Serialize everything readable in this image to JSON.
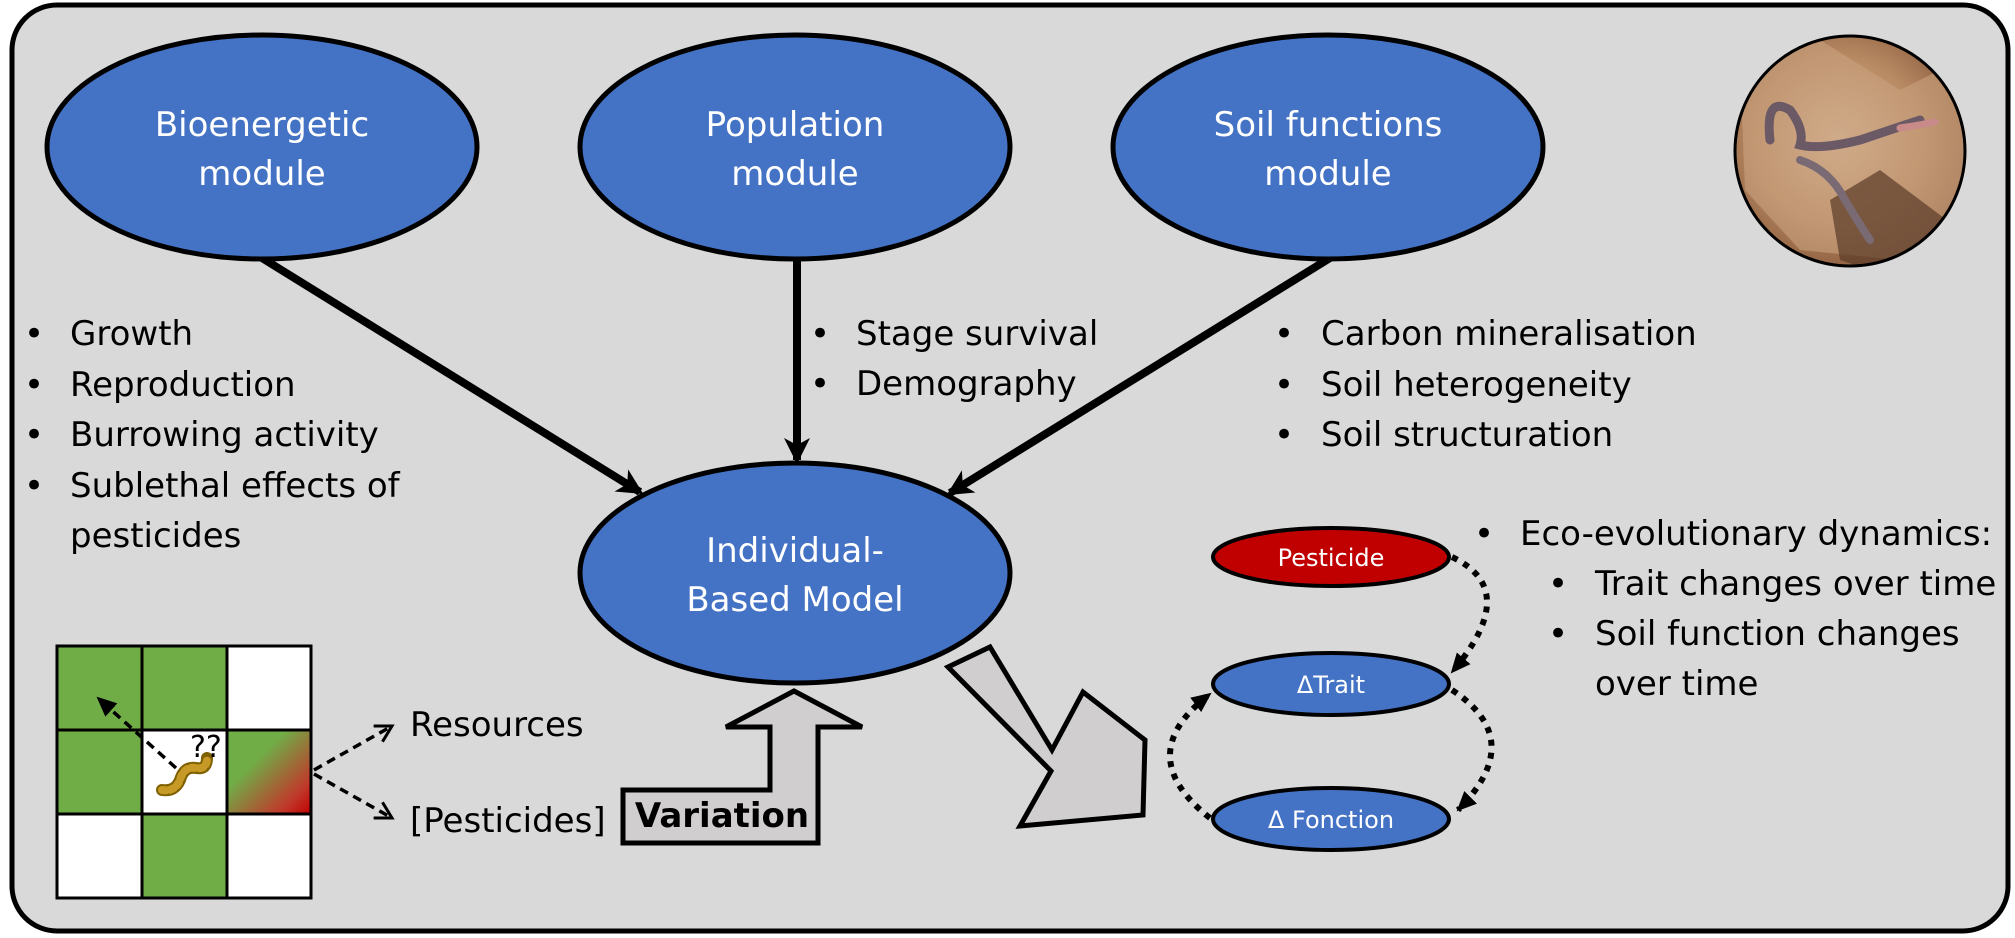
{
  "modules": {
    "bioenergetic": {
      "line1": "Bioenergetic",
      "line2": "module"
    },
    "population": {
      "line1": "Population",
      "line2": "module"
    },
    "soil_functions": {
      "line1": "Soil functions",
      "line2": "module"
    },
    "ibm": {
      "line1": "Individual-",
      "line2": "Based Model"
    }
  },
  "bioenergetic_items": [
    "Growth",
    "Reproduction",
    "Burrowing activity",
    "Sublethal effects of",
    "pesticides"
  ],
  "population_items": [
    "Stage survival",
    "Demography"
  ],
  "soil_items": [
    "Carbon mineralisation",
    "Soil heterogeneity",
    "Soil structuration"
  ],
  "grid": {
    "question": "??"
  },
  "inputs": {
    "resources": "Resources",
    "pesticides": "[Pesticides]"
  },
  "variation_label": "Variation",
  "cycle": {
    "pesticide": "Pesticide",
    "trait": "ΔTrait",
    "function": "Δ Fonction"
  },
  "eco": {
    "title": "Eco-evolutionary dynamics:",
    "item1": "Trait changes over time",
    "item2_line1": "Soil function changes",
    "item2_line2": "over time"
  },
  "colors": {
    "panel": "#d9d9d9",
    "module_fill": "#4472c4",
    "pesticide_fill": "#c00000",
    "grid_green": "#70ad47",
    "arrow_grey": "#d0cece"
  },
  "photo": {
    "icon": "earthworm-photo"
  }
}
